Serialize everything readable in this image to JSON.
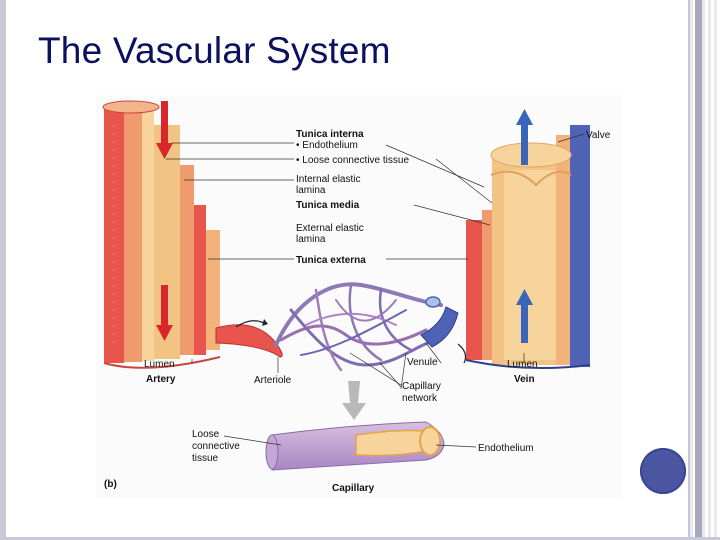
{
  "slide": {
    "title": "The Vascular System"
  },
  "figure": {
    "panel_label": "(b)",
    "labels": {
      "tunica_interna": "Tunica interna",
      "endothelium_bullet": "• Endothelium",
      "loose_connective_bullet": "• Loose connective tissue",
      "internal_elastic_1": "Internal elastic",
      "internal_elastic_2": "lamina",
      "tunica_media": "Tunica media",
      "external_elastic_1": "External elastic",
      "external_elastic_2": "lamina",
      "tunica_externa": "Tunica externa",
      "valve": "Valve",
      "lumen_artery": "Lumen",
      "artery": "Artery",
      "arteriole": "Arteriole",
      "venule": "Venule",
      "capillary_1": "Capillary",
      "capillary_2": "network",
      "lumen_vein": "Lumen",
      "vein": "Vein",
      "loose_1": "Loose",
      "loose_2": "connective",
      "loose_3": "tissue",
      "endothelium": "Endothelium",
      "capillary": "Capillary"
    }
  },
  "colors": {
    "title": "#0b1061",
    "artery_red": "#e8554d",
    "media_orange": "#f2b27a",
    "endothelium_tan": "#f6d49c",
    "vein_blue": "#4e63b4",
    "capillary_purple": "#8e79b7",
    "arrow_red": "#d9262b",
    "arrow_blue": "#3a65b8"
  }
}
